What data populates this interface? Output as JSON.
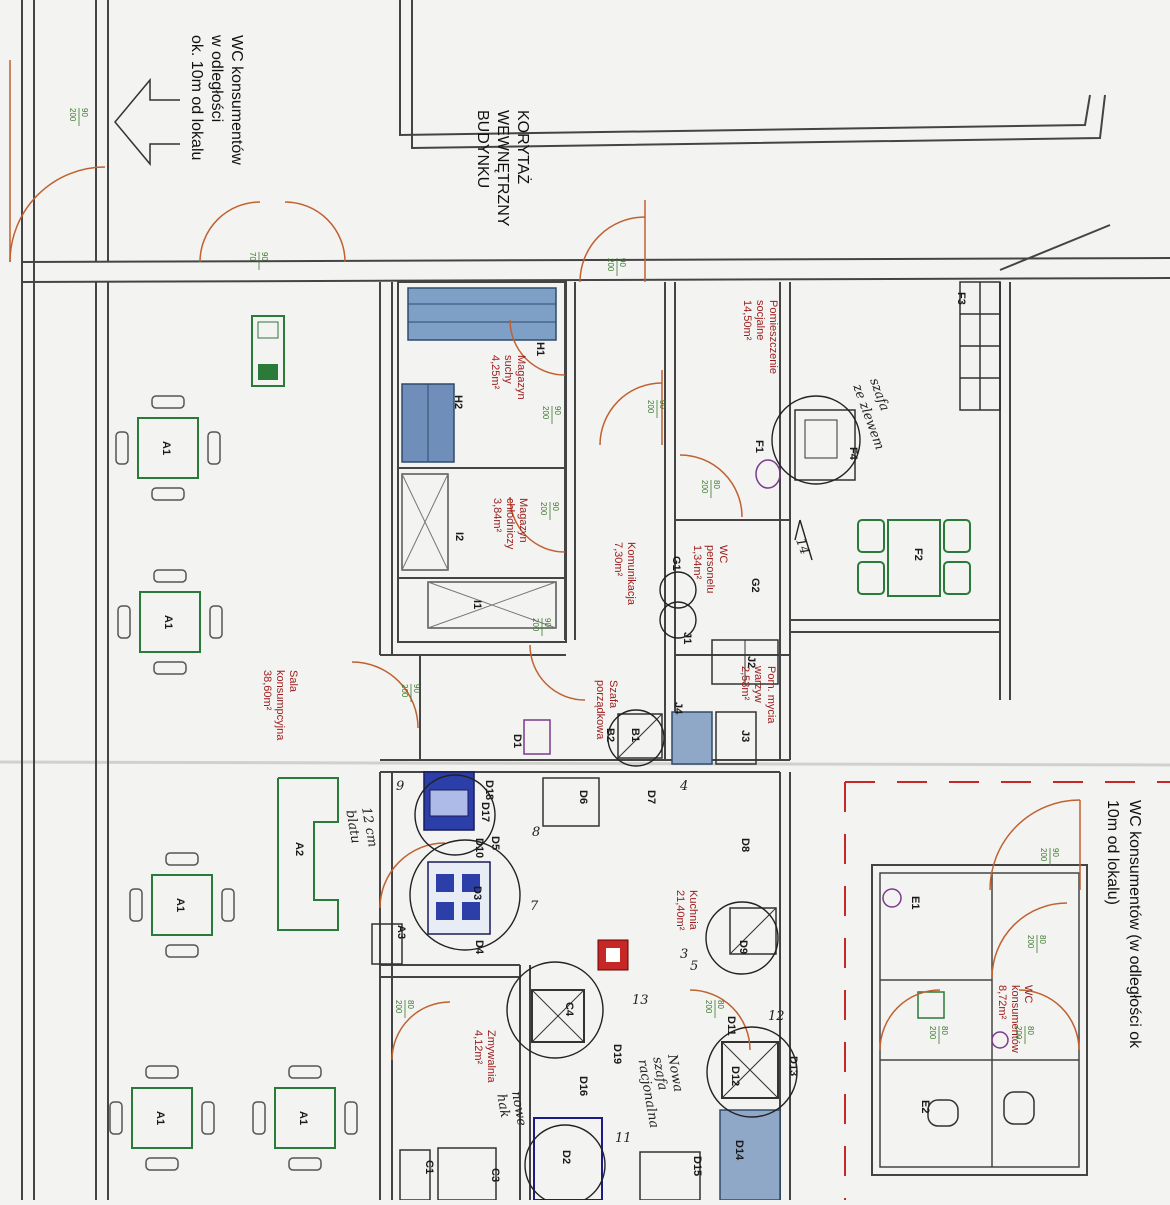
{
  "notes": {
    "wc_top_left": [
      "WC konsumentów",
      "w odległości",
      "ok. 10m od lokalu"
    ],
    "corridor": [
      "KORYTAŻ",
      "WEWNĘTRZNY",
      "BUDYNKU"
    ],
    "wc_bottom_right": [
      "WC konsumentów (w odległości ok",
      "10m od lokalu)"
    ]
  },
  "rooms": {
    "sala": [
      "Sala",
      "konsumpcyjna",
      "38,60m²"
    ],
    "magazyn_suchy": [
      "Magazyn",
      "suchy",
      "4,25m²"
    ],
    "magazyn_chlodniczy": [
      "Magazyn",
      "chłodniczy",
      "3,84m²"
    ],
    "komunikacja": [
      "Komunikacja",
      "7,30m²"
    ],
    "socjalne": [
      "Pomieszczenie",
      "socjalne",
      "14,50m²"
    ],
    "wc_personelu": [
      "WC",
      "personelu",
      "1,34m²"
    ],
    "warzywa": [
      "Pom. mycia",
      "warzyw",
      "2,53m²"
    ],
    "porzadkowa": [
      "Szafa",
      "porządkowa"
    ],
    "kuchnia": [
      "Kuchnia",
      "21,40m²"
    ],
    "zmywalnia": [
      "Zmywalnia",
      "4,12m²"
    ],
    "wc_kons": [
      "WC",
      "konsumentów",
      "8,72m²"
    ]
  },
  "doors": {
    "d1": [
      "90",
      "200"
    ],
    "d2": [
      "90",
      "70"
    ],
    "d3": [
      "90",
      "200"
    ],
    "d4": [
      "90",
      "200"
    ],
    "d5": [
      "90",
      "200"
    ],
    "d6": [
      "90",
      "200"
    ],
    "d7": [
      "90",
      "200"
    ],
    "d8": [
      "90",
      "200"
    ],
    "d9": [
      "80",
      "200"
    ],
    "d10": [
      "80",
      "200"
    ],
    "d11": [
      "90",
      "200"
    ],
    "d12": [
      "80",
      "200"
    ],
    "d13": [
      "80",
      "200"
    ],
    "d14": [
      "80",
      "200"
    ],
    "d15": [
      "80",
      "200"
    ]
  },
  "equipment": {
    "a1": "A1",
    "a2": "A2",
    "a3": "A3",
    "h1": "H1",
    "h2": "H2",
    "i1": "I1",
    "i2": "I2",
    "f1": "F1",
    "f2": "F2",
    "f3": "F3",
    "f4": "F4",
    "g1": "G1",
    "g2": "G2",
    "j1": "J1",
    "j2": "J2",
    "j3": "J3",
    "j4": "J4",
    "b1": "B1",
    "b2": "B2",
    "d1": "D1",
    "d2": "D2",
    "d3": "D3",
    "d4": "D4",
    "d5": "D5",
    "d6": "D6",
    "d7": "D7",
    "d8": "D8",
    "d9": "D9",
    "d10": "D10",
    "d11": "D11",
    "d12": "D12",
    "d13": "D13",
    "d14": "D14",
    "d15": "D15",
    "d16": "D16",
    "d17": "D17",
    "d18": "D18",
    "d19": "D19",
    "c1": "C1",
    "c3": "C3",
    "c4": "C4",
    "e1": "E1",
    "e2": "E2"
  },
  "handwritten": {
    "szafa_zlewem": [
      "szafa",
      "ze zlewem"
    ],
    "n14": "14",
    "n9": "9",
    "n8": "8",
    "n7": "7",
    "n5": "5",
    "n4": "4",
    "n3": "3",
    "n11": "11",
    "n12": "12",
    "n13": "13",
    "blat": [
      "12 cm",
      "blatu"
    ],
    "szafa_rac": [
      "Nowa",
      "szafa",
      "racjonalna"
    ],
    "nowe_hak": [
      "nowe",
      "hak"
    ]
  }
}
